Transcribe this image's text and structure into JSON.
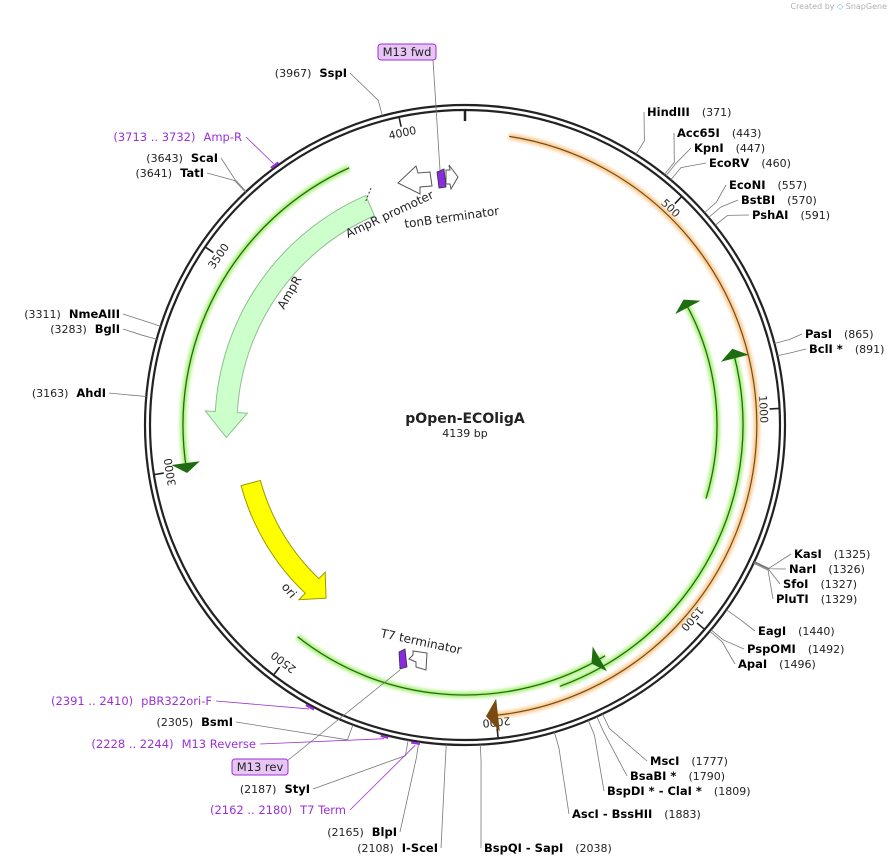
{
  "credit": {
    "prefix": "Created by",
    "brand": "SnapGene"
  },
  "plasmid": {
    "name": "pOpen-ECOligA",
    "size_label": "4139 bp",
    "length": 4139
  },
  "colors": {
    "backbone": "#222222",
    "enzyme_label": "#000000",
    "primer": "#9b30d9",
    "primer_box_fill": "#e7c6f5",
    "feature_green": "#ccffcc",
    "feature_green_glow": "#aaf07a",
    "orf_orange": "#f6c98e",
    "ori_yellow": "#ffff00",
    "terminator_purple": "#8a2be2"
  },
  "ticks": [
    {
      "pos": 500,
      "label": "500"
    },
    {
      "pos": 1000,
      "label": "1000"
    },
    {
      "pos": 1500,
      "label": "1500"
    },
    {
      "pos": 2000,
      "label": "2000"
    },
    {
      "pos": 2500,
      "label": "2500"
    },
    {
      "pos": 3000,
      "label": "3000"
    },
    {
      "pos": 3500,
      "label": "3500"
    },
    {
      "pos": 4000,
      "label": "4000"
    }
  ],
  "enzymes": [
    {
      "pos": 371,
      "name": "HindIII",
      "coord": "(371)"
    },
    {
      "pos": 443,
      "name": "Acc65I",
      "coord": "(443)"
    },
    {
      "pos": 447,
      "name": "KpnI",
      "coord": "(447)"
    },
    {
      "pos": 460,
      "name": "EcoRV",
      "coord": "(460)"
    },
    {
      "pos": 557,
      "name": "EcoNI",
      "coord": "(557)"
    },
    {
      "pos": 570,
      "name": "BstBI",
      "coord": "(570)"
    },
    {
      "pos": 591,
      "name": "PshAI",
      "coord": "(591)"
    },
    {
      "pos": 865,
      "name": "PasI",
      "coord": "(865)"
    },
    {
      "pos": 891,
      "name": "BclI *",
      "coord": "(891)"
    },
    {
      "pos": 1325,
      "name": "KasI",
      "coord": "(1325)"
    },
    {
      "pos": 1326,
      "name": "NarI",
      "coord": "(1326)"
    },
    {
      "pos": 1327,
      "name": "SfoI",
      "coord": "(1327)"
    },
    {
      "pos": 1329,
      "name": "PluTI",
      "coord": "(1329)"
    },
    {
      "pos": 1440,
      "name": "EagI",
      "coord": "(1440)"
    },
    {
      "pos": 1492,
      "name": "PspOMI",
      "coord": "(1492)"
    },
    {
      "pos": 1496,
      "name": "ApaI",
      "coord": "(1496)"
    },
    {
      "pos": 1777,
      "name": "MscI",
      "coord": "(1777)"
    },
    {
      "pos": 1790,
      "name": "BsaBI *",
      "coord": "(1790)"
    },
    {
      "pos": 1809,
      "name": "BspDI *  -  ClaI *",
      "coord": "(1809)"
    },
    {
      "pos": 1883,
      "name": "AscI  -  BssHII",
      "coord": "(1883)"
    },
    {
      "pos": 2038,
      "name": "BspQI  -  SapI",
      "coord": "(2038)"
    },
    {
      "pos": 2108,
      "name": "I-SceI",
      "coord": "(2108)"
    },
    {
      "pos": 2165,
      "name": "BlpI",
      "coord": "(2165)"
    },
    {
      "pos": 2187,
      "name": "StyI",
      "coord": "(2187)"
    },
    {
      "pos": 2305,
      "name": "BsmI",
      "coord": "(2305)"
    },
    {
      "pos": 3163,
      "name": "AhdI",
      "coord": "(3163)"
    },
    {
      "pos": 3283,
      "name": "BglI",
      "coord": "(3283)"
    },
    {
      "pos": 3311,
      "name": "NmeAIII",
      "coord": "(3311)"
    },
    {
      "pos": 3641,
      "name": "TatI",
      "coord": "(3641)"
    },
    {
      "pos": 3643,
      "name": "ScaI",
      "coord": "(3643)"
    },
    {
      "pos": 3967,
      "name": "SspI",
      "coord": "(3967)"
    }
  ],
  "primers": [
    {
      "name": "Amp-R",
      "range": "(3713 .. 3732)",
      "start": 3713,
      "end": 3732
    },
    {
      "name": "pBR322ori-F",
      "range": "(2391 .. 2410)",
      "start": 2391,
      "end": 2410
    },
    {
      "name": "M13 Reverse",
      "range": "(2228 .. 2244)",
      "start": 2228,
      "end": 2244
    },
    {
      "name": "T7 Term",
      "range": "(2162 .. 2180)",
      "start": 2162,
      "end": 2180
    }
  ],
  "boxed_labels": [
    {
      "text": "M13 fwd"
    },
    {
      "text": "M13 rev"
    }
  ],
  "features": {
    "ampr_label": "AmpR",
    "ampr_promoter_label": "AmpR promoter",
    "tonb_label": "tonB terminator",
    "ori_label": "ori",
    "t7_label": "T7 terminator"
  }
}
